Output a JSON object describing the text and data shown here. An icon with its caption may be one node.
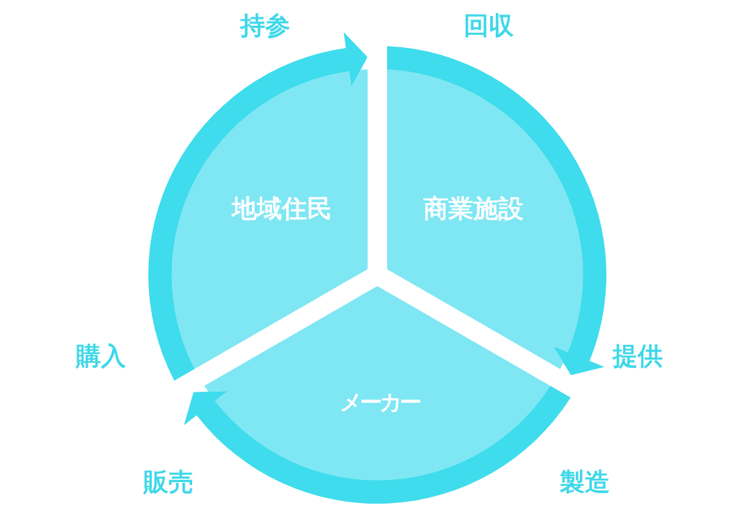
{
  "diagram": {
    "nodes": [
      {
        "text": [
          "地域住民"
        ],
        "beside": [
          "持参",
          "購入"
        ]
      },
      {
        "text": [
          "商業施設"
        ],
        "beside": [
          "回収",
          "提供"
        ]
      },
      {
        "text": [
          "メーカー"
        ],
        "beside": [
          "販売",
          "製造"
        ]
      }
    ],
    "edges": [
      {
        "from": 2,
        "to": 1,
        "arrow": "to"
      },
      {
        "from": 0,
        "to": 2,
        "arrow": "to"
      },
      {
        "from": 1,
        "to": 0,
        "arrow": "to"
      }
    ]
  }
}
